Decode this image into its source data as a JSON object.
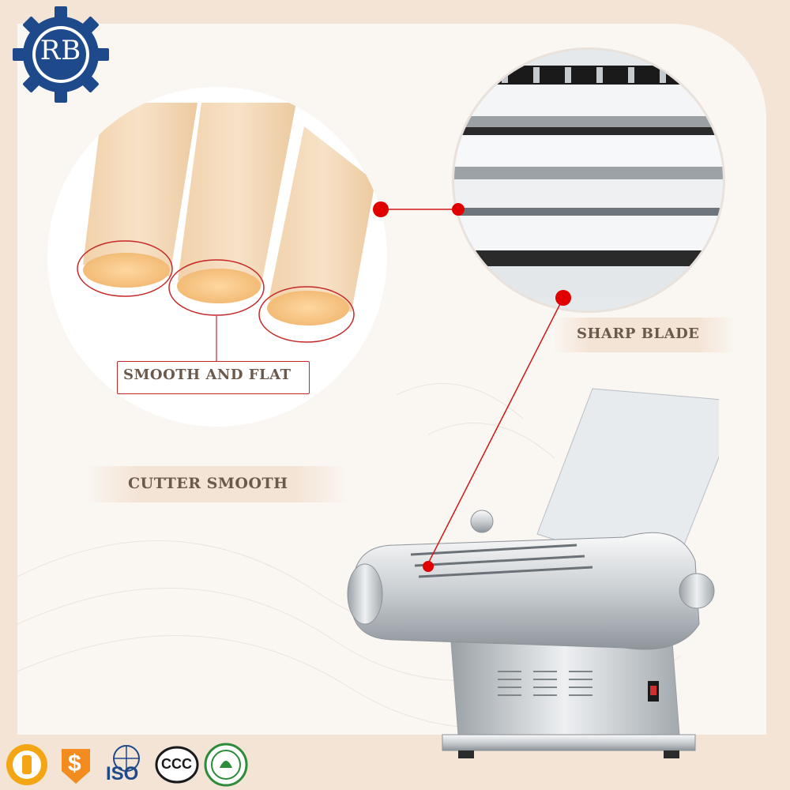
{
  "brand": {
    "logo_text": "RB"
  },
  "callouts": {
    "smooth_and_flat": "SMOOTH AND FLAT",
    "sharp_blade": "SHARP BLADE",
    "cutter_smooth": "CUTTER SMOOTH"
  },
  "certifications": {
    "iso_text": "ISO",
    "ccc_text": "CCC",
    "dollar_text": "$"
  },
  "colors": {
    "accent_red": "#e00000",
    "logo_blue": "#1e4a8c",
    "noodle": "#f3d6b3"
  }
}
